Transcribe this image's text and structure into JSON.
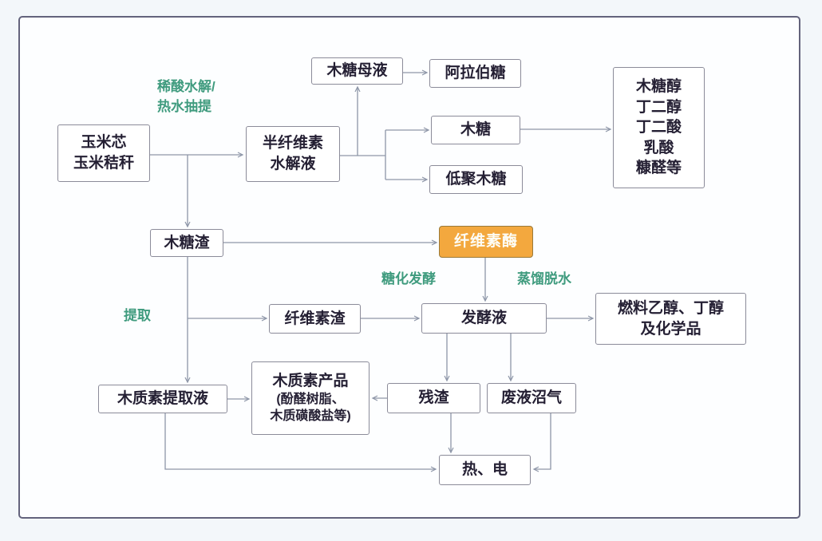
{
  "diagram": {
    "nodes": {
      "corn": {
        "label": "玉米芯\n玉米秸秆"
      },
      "hemi_hydrolysate": {
        "label": "半纤维素\n水解液"
      },
      "xylose_mother_liquor": {
        "label": "木糖母液"
      },
      "arabinose": {
        "label": "阿拉伯糖"
      },
      "xylose": {
        "label": "木糖"
      },
      "xylo_oligosaccharide": {
        "label": "低聚木糖"
      },
      "xylose_derivatives": {
        "label": "木糖醇\n丁二醇\n丁二酸\n乳酸\n糠醛等"
      },
      "xylose_residue": {
        "label": "木糖渣"
      },
      "cellulase": {
        "label": "纤维素酶"
      },
      "cellulose_residue": {
        "label": "纤维素渣"
      },
      "fermentation_broth": {
        "label": "发酵液"
      },
      "fuel_products": {
        "label": "燃料乙醇、丁醇\n及化学品"
      },
      "lignin_extract": {
        "label": "木质素提取液"
      },
      "lignin_products": {
        "title": "木质素产品",
        "subtitle": "(酚醛树脂、\n木质磺酸盐等)"
      },
      "residue": {
        "label": "残渣"
      },
      "biogas": {
        "label": "废液沼气"
      },
      "heat_power": {
        "label": "热、电"
      }
    },
    "labels": {
      "pretreatment": {
        "text": "稀酸水解/\n热水抽提"
      },
      "saccharification": {
        "text": "糖化发酵"
      },
      "distillation": {
        "text": "蒸馏脱水"
      },
      "extraction": {
        "text": "提取"
      }
    },
    "colors": {
      "canvas_bg": "#f3f7fa",
      "panel_bg": "#fdfeff",
      "frame_border": "#63637c",
      "box_border": "#8b8b99",
      "text": "#241f33",
      "line": "#8e96a8",
      "green_label": "#3f9b7e",
      "cellulase_orange": "#f3a83e",
      "cellulase_border": "#9a7a3a"
    }
  }
}
